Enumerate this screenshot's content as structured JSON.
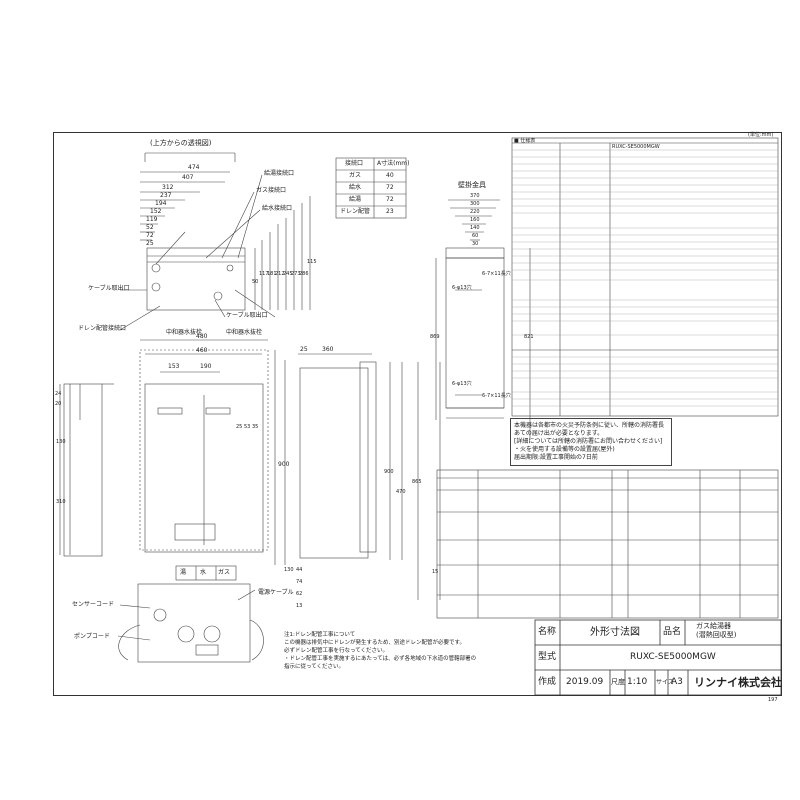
{
  "drawing": {
    "top_view_label": "(上方からの透視図)",
    "top_view_dims": [
      "474",
      "407",
      "312",
      "237",
      "194",
      "152",
      "119",
      "52",
      "72",
      "25"
    ],
    "right_dims": [
      "50",
      "117",
      "181",
      "212",
      "245",
      "273",
      "286",
      "115"
    ],
    "connection_labels": {
      "hot_water": "給湯接続口",
      "gas": "ガス接続口",
      "water": "給水接続口",
      "cable_outlet_top": "ケーブル取出口",
      "cable_outlet_mid": "ケーブル取出口",
      "drain": "ドレン配管接続口",
      "neutralizer_left": "中和器水抜栓",
      "neutralizer_right": "中和器水抜栓"
    },
    "size_table": {
      "headers": [
        "接続口",
        "A寸法(mm)"
      ],
      "rows": [
        [
          "ガス",
          "40"
        ],
        [
          "給水",
          "72"
        ],
        [
          "給湯",
          "72"
        ],
        [
          "ドレン配管",
          "23"
        ]
      ]
    },
    "bracket": {
      "title": "壁掛金具",
      "dims": [
        "370",
        "300",
        "220",
        "160",
        "140",
        "60",
        "30"
      ],
      "hole_upper": "6-7×11長穴",
      "hole_upper_left": "6-φ13穴",
      "hole_lower": "6-7×11長穴",
      "hole_lower_left": "6-φ13穴",
      "height_dims": [
        "869",
        "821"
      ]
    },
    "front_dims": [
      "480",
      "460",
      "153",
      "190",
      "25",
      "53",
      "35"
    ],
    "front_height": "900",
    "front_left_dims": [
      "24",
      "20",
      "130",
      "310"
    ],
    "side_dims": [
      "25",
      "360"
    ],
    "side_height_dims": [
      "900",
      "470",
      "865",
      "15"
    ],
    "bottom_labels": {
      "hot": "湯",
      "water": "水",
      "gas": "ガス"
    },
    "bottom_dims": [
      "130",
      "44",
      "74",
      "62",
      "13"
    ],
    "cable_labels": {
      "sensor": "センサーコード",
      "power": "電源ケーブル",
      "pump": "ポンプコード"
    }
  },
  "spec": {
    "header": "■ 仕様表",
    "unit_note": "(単位:mm)",
    "model": "RUXC-SE5000MGW"
  },
  "notice": "本機器は各都市の火災予防条例に従い、所轄の消防署長\nあての届け出が必要となります。\n[詳細については所轄の消防署にお問い合わせください]\n・火を使用する設備等の設置届(屋外)\n  届出期限:設置工事開始の7日前",
  "footnote1": "注1:ドレン配管工事について\nこの機器は排気中にドレンが発生するため、別途ドレン配管が必要です。\n必ずドレン配管工事を行なってください。\n・ドレン配管工事を実施するにあたっては、必ず各地域の下水道の管轄部署の\n指示に従ってください。",
  "title_block": {
    "name_label": "名称",
    "name_value": "外形寸法図",
    "product_label": "品名",
    "product_value": "ガス給湯器\n(潜熱回収型)",
    "model_label": "型式",
    "model_value": "RUXC-SE5000MGW",
    "made_label": "作成",
    "made_value": "2019.09",
    "scale_label": "尺度",
    "scale_value": "1:10",
    "size_label": "サイズ",
    "size_value": "A3",
    "company": "リンナイ株式会社",
    "page": "197"
  }
}
